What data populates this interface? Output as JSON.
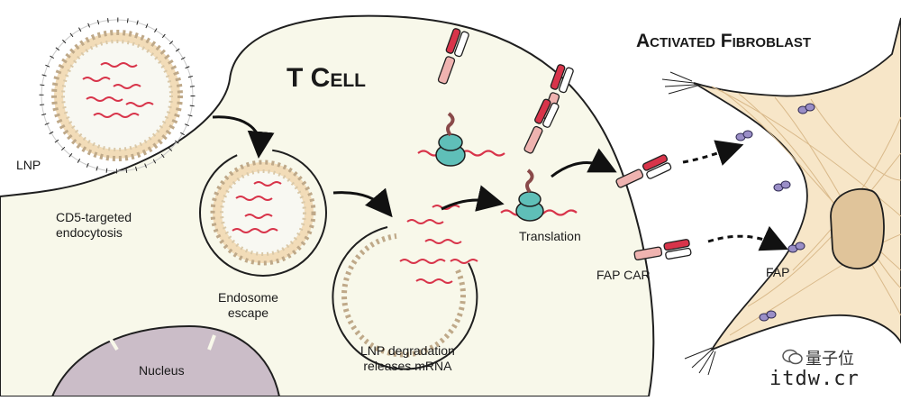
{
  "titles": {
    "tcell": "T Cell",
    "fibroblast": "Activated Fibroblast"
  },
  "labels": {
    "lnp": "LNP",
    "cd5_line1": "CD5-targeted",
    "cd5_line2": "endocytosis",
    "endosome_line1": "Endosome",
    "endosome_line2": "escape",
    "lnpdeg_line1": "LNP degradation",
    "lnpdeg_line2": "releases mRNA",
    "translation": "Translation",
    "fap_car": "FAP CAR",
    "fap": "FAP",
    "nucleus": "Nucleus"
  },
  "watermark": {
    "chinese": "量子位",
    "url": "itdw.cr"
  },
  "colors": {
    "cell_fill": "#f8f8ea",
    "outline": "#1f1f1f",
    "lipid_head": "#f2dcb8",
    "mrna": "#d8344a",
    "car_pink": "#efb3b0",
    "car_red": "#d8344a",
    "ribosome": "#5fbfb8",
    "nucleus_fill": "#cbbdc8",
    "fibroblast_fill": "#f7e6c8",
    "fibroblast_nucleus": "#e0c49a",
    "fap_purple": "#9a8ec7"
  }
}
